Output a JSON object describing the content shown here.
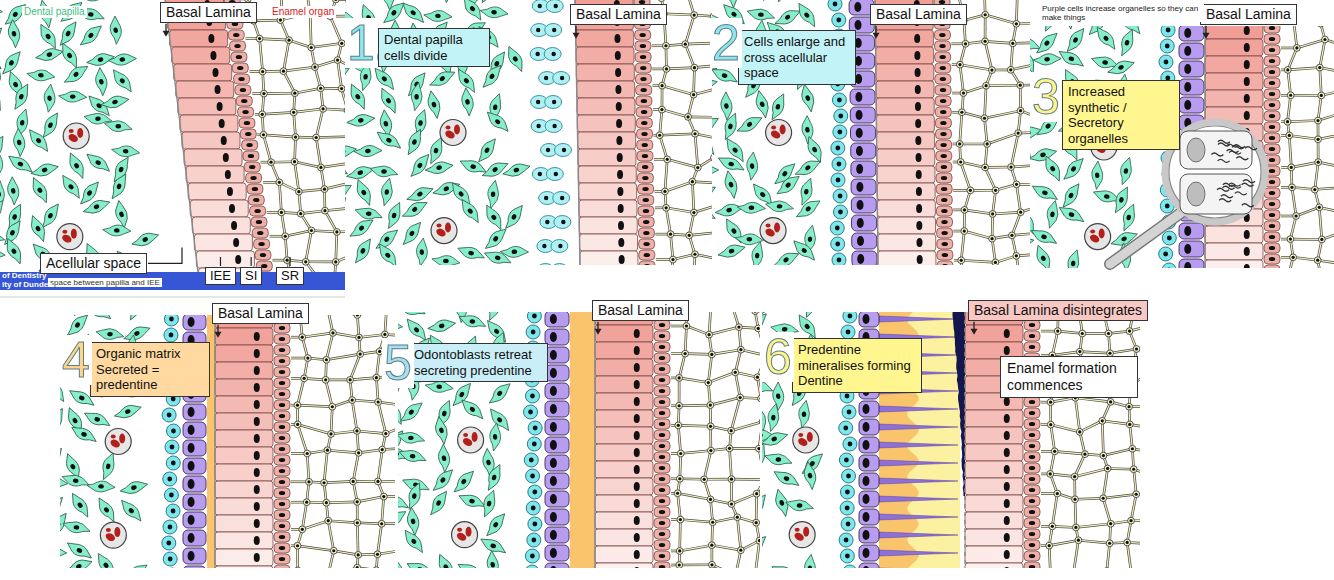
{
  "diagram": {
    "nodes": [
      {
        "text": [
          "Basal Lamina"
        ]
      },
      {
        "text": [
          "Acellular space"
        ]
      },
      {
        "text": [
          "IEE"
        ]
      },
      {
        "text": [
          "SI"
        ]
      },
      {
        "text": [
          "SR"
        ]
      },
      {
        "text": [
          "Basal Lamina"
        ]
      },
      {
        "text": [
          "Dental papilla cells divide"
        ]
      },
      {
        "text": [
          "Basal Lamina"
        ]
      },
      {
        "text": [
          "Cells enlarge and cross acellular space"
        ]
      },
      {
        "text": [
          "Basal Lamina"
        ]
      },
      {
        "text": [
          "Increased synthetic / Secretory organelles"
        ]
      },
      {
        "text": [
          "Basal Lamina"
        ]
      },
      {
        "text": [
          "Organic matrix Secreted = predentine"
        ]
      },
      {
        "text": [
          "Basal Lamina"
        ]
      },
      {
        "text": [
          "Odontoblasts retreat secreting predentine"
        ]
      },
      {
        "text": [
          "Basal Lamina disintegrates"
        ]
      },
      {
        "text": [
          "Predentine mineralises forming Dentine"
        ]
      },
      {
        "text": [
          "Enamel formation commences"
        ]
      }
    ],
    "labels": [
      "Dental papilla",
      "Enamel organ",
      "space between papilla and IEE",
      "of Dentistry",
      "ity of Dundee",
      "1",
      "2",
      "Purple cells increase organelles so they can make things",
      "3",
      "4",
      "5",
      "6"
    ]
  }
}
